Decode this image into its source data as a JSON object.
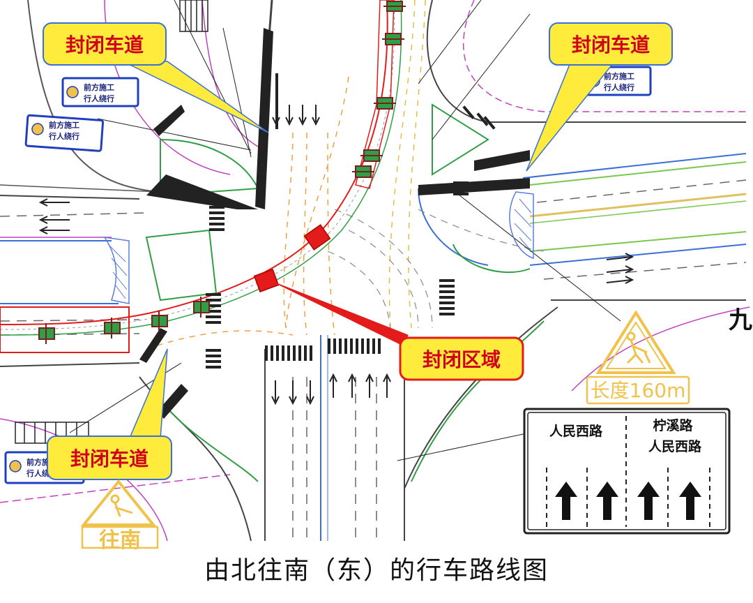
{
  "callouts": {
    "closed_lane_label": "封闭车道",
    "closed_area_label": "封闭区域"
  },
  "notice_signs": {
    "line1": "前方施工",
    "line2": "行人绕行"
  },
  "warning_sign": {
    "length_label": "长度160m",
    "partial_label": "往南"
  },
  "edge_glyph": "九",
  "route_board": {
    "left_road": "人民西路",
    "right_road_top": "柠溪路",
    "right_road_bottom": "人民西路"
  },
  "caption": "由北往南（东）的行车路线图",
  "colors": {
    "callout_fill": "#ffeb3b",
    "callout_text": "#d0021b",
    "closure_red": "#e31b1b",
    "sign_blue": "#1f3fbf",
    "warning_yellow": "#f0c24a"
  }
}
